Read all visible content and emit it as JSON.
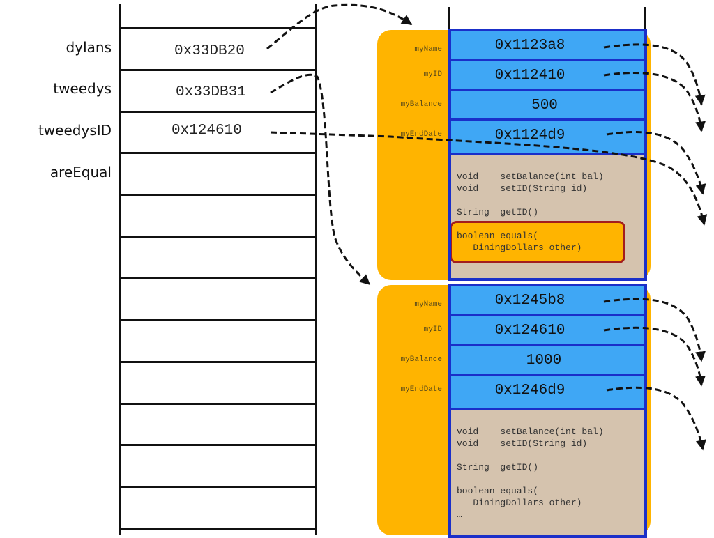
{
  "stack": {
    "vars": [
      {
        "name": "dylans",
        "value": "0x33DB20"
      },
      {
        "name": "tweedys",
        "value": "0x33DB31"
      },
      {
        "name": "tweedysID",
        "value": "0x124610"
      },
      {
        "name": "areEqual",
        "value": ""
      }
    ]
  },
  "objects": [
    {
      "fields": [
        {
          "label": "myName",
          "value": "0x1123a8"
        },
        {
          "label": "myID",
          "value": "0x112410"
        },
        {
          "label": "myBalance",
          "value": "500"
        },
        {
          "label": "myEndDate",
          "value": "0x1124d9"
        }
      ],
      "methods_1": "void    setBalance(int bal)\nvoid    setID(String id)",
      "methods_2": "String  getID()",
      "methods_3": "boolean equals(\n   DiningDollars other)"
    },
    {
      "fields": [
        {
          "label": "myName",
          "value": "0x1245b8"
        },
        {
          "label": "myID",
          "value": "0x124610"
        },
        {
          "label": "myBalance",
          "value": "1000"
        },
        {
          "label": "myEndDate",
          "value": "0x1246d9"
        }
      ],
      "methods_1": "void    setBalance(int bal)\nvoid    setID(String id)",
      "methods_2": "String  getID()",
      "methods_3": "boolean equals(\n   DiningDollars other)\n…"
    }
  ],
  "colors": {
    "object_bg": "#FFB400",
    "field_bg": "#3FA7F5",
    "field_border": "#1A2FC9",
    "method_bg": "#D5C3AE",
    "highlight_border": "#A31D1D"
  }
}
